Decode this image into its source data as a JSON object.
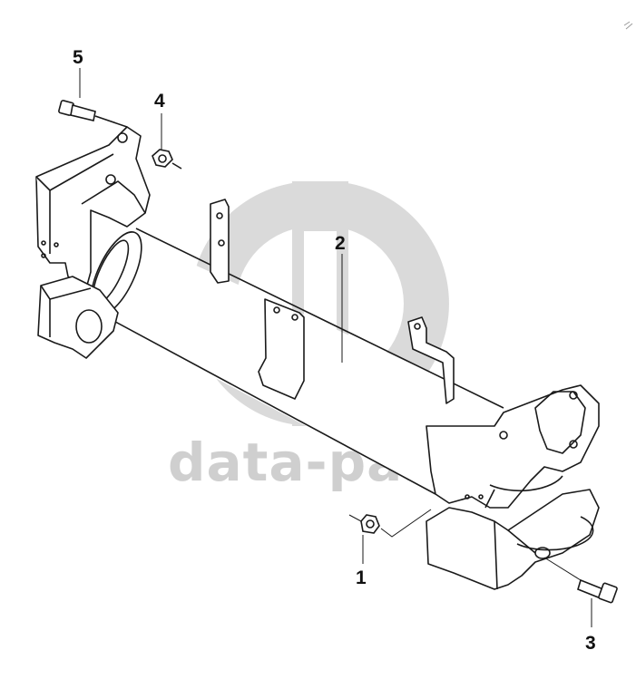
{
  "diagram": {
    "callouts": [
      {
        "id": "callout-1",
        "label": "1"
      },
      {
        "id": "callout-2",
        "label": "2"
      },
      {
        "id": "callout-3",
        "label": "3"
      },
      {
        "id": "callout-4",
        "label": "4"
      },
      {
        "id": "callout-5",
        "label": "5"
      }
    ],
    "parts": [
      {
        "id": "part-1",
        "label": "1",
        "kind": "flange-nut"
      },
      {
        "id": "part-2",
        "label": "2",
        "kind": "cross-tube-beam"
      },
      {
        "id": "part-3",
        "label": "3",
        "kind": "bolt"
      },
      {
        "id": "part-4",
        "label": "4",
        "kind": "flange-nut"
      },
      {
        "id": "part-5",
        "label": "5",
        "kind": "bolt"
      }
    ]
  },
  "watermark": {
    "text": "data-parts",
    "color": "#cfcfcf"
  },
  "colors": {
    "line": "#1a1a1a",
    "background": "#ffffff"
  }
}
